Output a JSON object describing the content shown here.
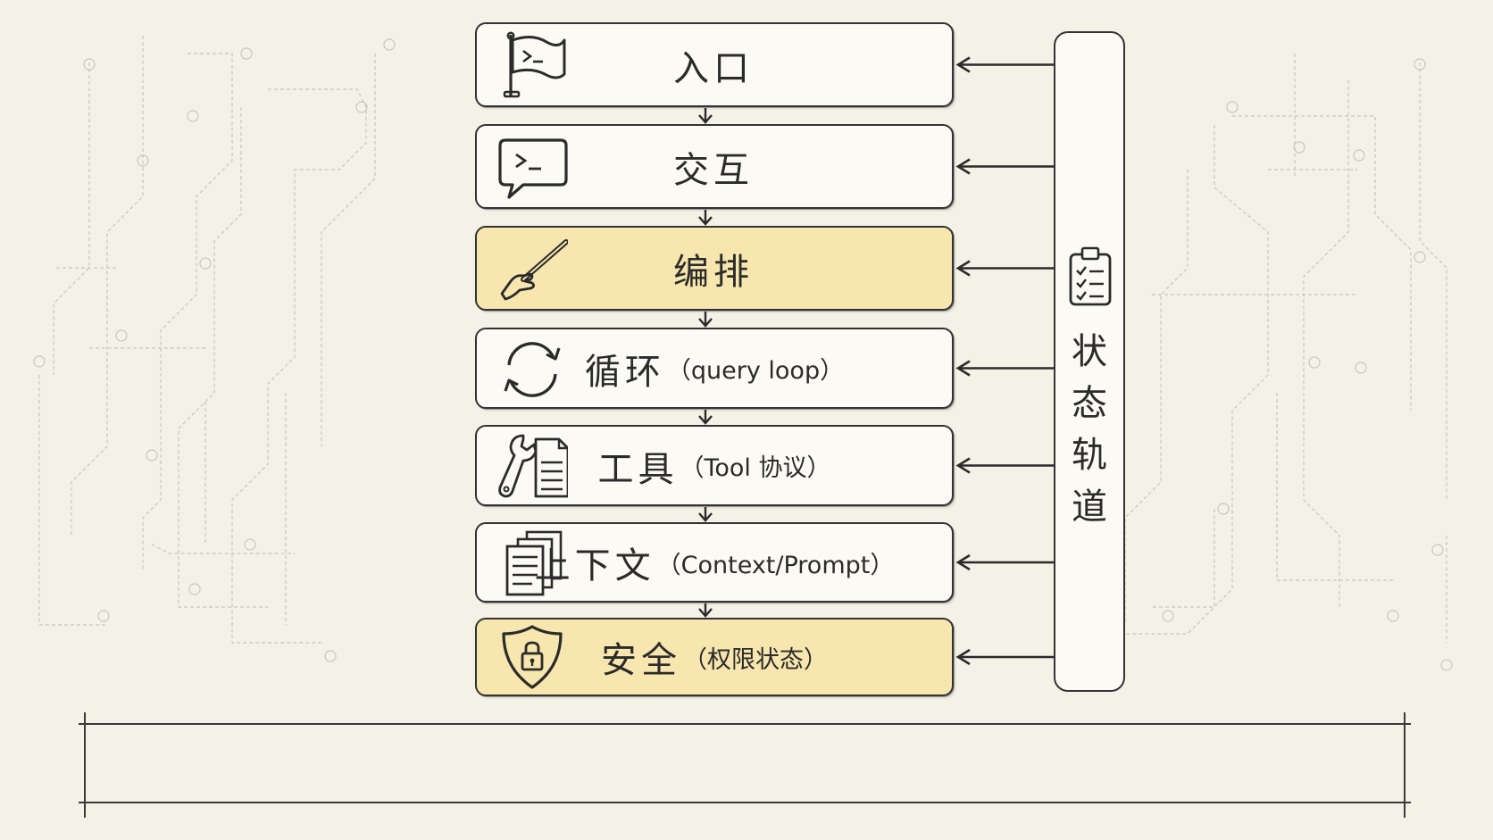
{
  "layers": [
    {
      "zh": "入口",
      "en": "",
      "icon": "terminal-flag-icon",
      "highlight": false
    },
    {
      "zh": "交互",
      "en": "",
      "icon": "terminal-chat-icon",
      "highlight": false
    },
    {
      "zh": "编排",
      "en": "",
      "icon": "conductor-baton-icon",
      "highlight": true
    },
    {
      "zh": "循环",
      "en": "（query loop）",
      "icon": "refresh-cycle-icon",
      "highlight": false
    },
    {
      "zh": "工具",
      "en": "（Tool 协议）",
      "icon": "wrench-document-icon",
      "highlight": false
    },
    {
      "zh": "上下文",
      "en": "（Context/Prompt）",
      "icon": "stacked-documents-icon",
      "highlight": false
    },
    {
      "zh": "安全",
      "en": "（权限状态）",
      "icon": "shield-lock-icon",
      "highlight": true
    }
  ],
  "rail": {
    "label": "状态轨道",
    "icon": "clipboard-checklist-icon"
  },
  "colors": {
    "highlight": "#f7e6ad",
    "box": "#fbfaf4",
    "stroke": "#333333",
    "background": "#f4f1e6"
  }
}
